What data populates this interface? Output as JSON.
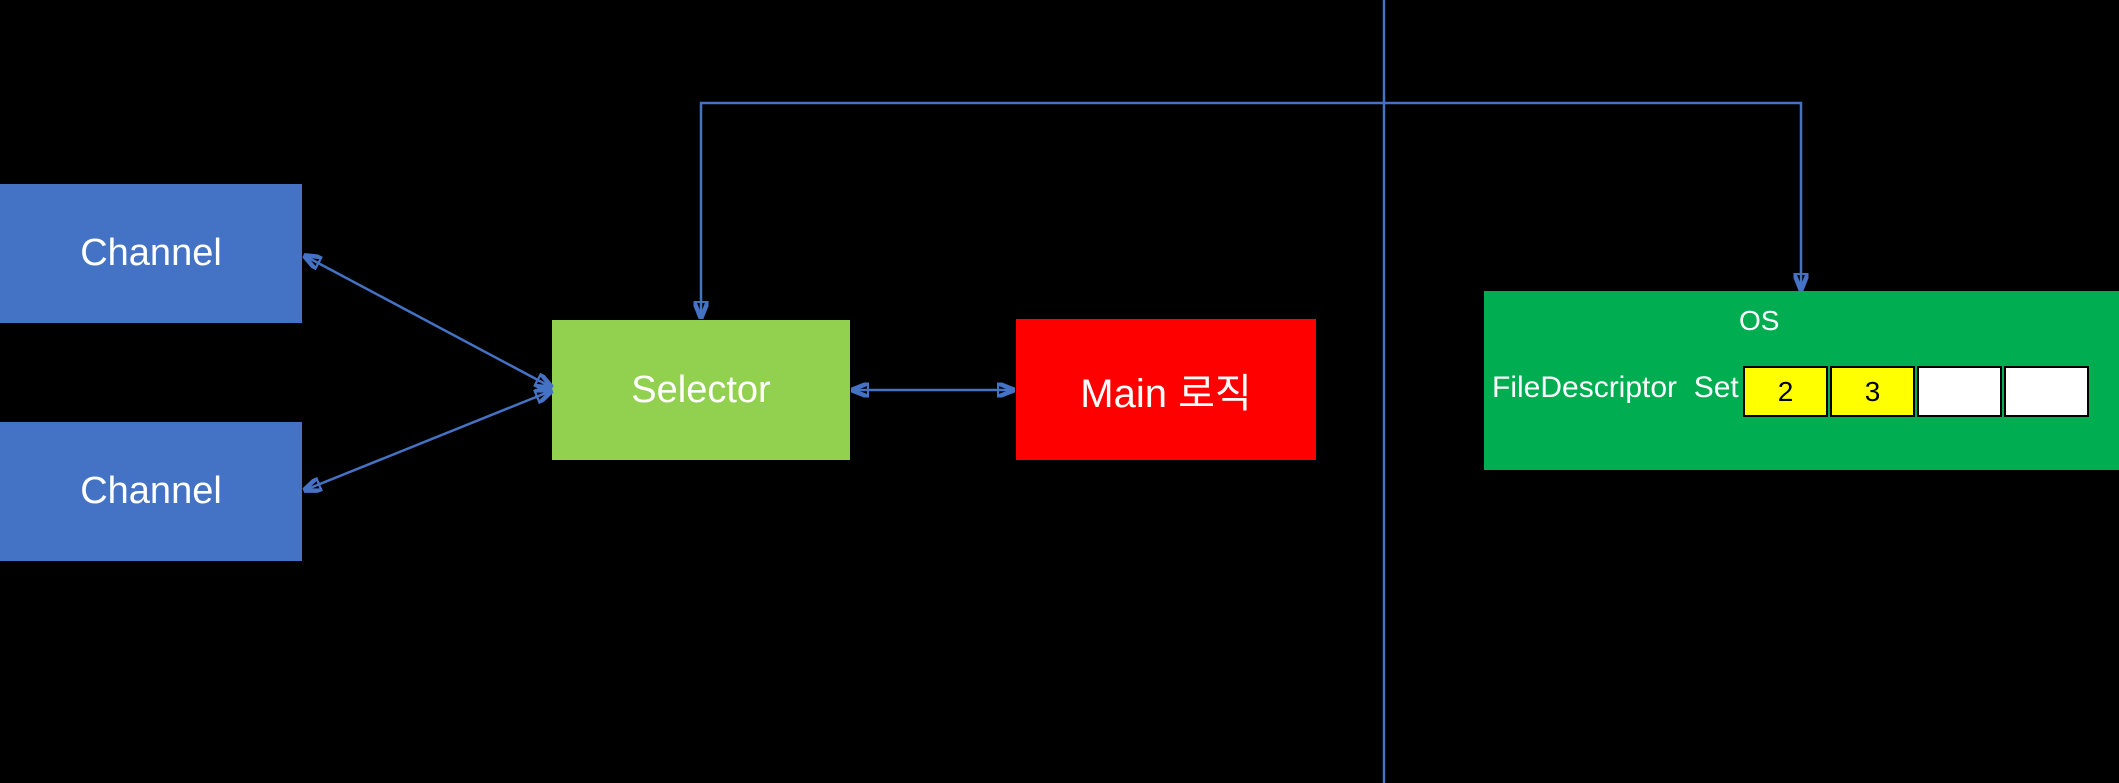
{
  "diagram": {
    "nodes": {
      "channel_1": {
        "label": "Channel"
      },
      "channel_2": {
        "label": "Channel"
      },
      "selector": {
        "label": "Selector"
      },
      "main_logic": {
        "label": "Main 로직"
      },
      "os": {
        "label": "OS",
        "fd_set_label": "FileDescriptor  Set",
        "cells": [
          {
            "value": "2",
            "highlighted": true
          },
          {
            "value": "3",
            "highlighted": true
          },
          {
            "value": "",
            "highlighted": false
          },
          {
            "value": "",
            "highlighted": false
          }
        ]
      }
    },
    "connections": [
      {
        "from": "channel_1",
        "to": "selector",
        "style": "double-arrow-diagonal"
      },
      {
        "from": "channel_2",
        "to": "selector",
        "style": "double-arrow-diagonal"
      },
      {
        "from": "selector",
        "to": "main_logic",
        "style": "double-arrow-horizontal"
      },
      {
        "from": "selector",
        "to": "os",
        "style": "double-arrow-elbow-over-top"
      }
    ],
    "divider": {
      "orientation": "vertical",
      "full_height": true
    },
    "colors": {
      "background": "#000000",
      "channel_fill": "#4472C4",
      "selector_fill": "#92D050",
      "main_logic_fill": "#FF0000",
      "os_fill": "#00AD50",
      "cell_highlight": "#FFFF00",
      "cell_empty": "#FFFFFF",
      "cell_border": "#000000",
      "connector": "#4472C4",
      "label_text": "#FFFFFF",
      "cell_text": "#000000"
    }
  }
}
